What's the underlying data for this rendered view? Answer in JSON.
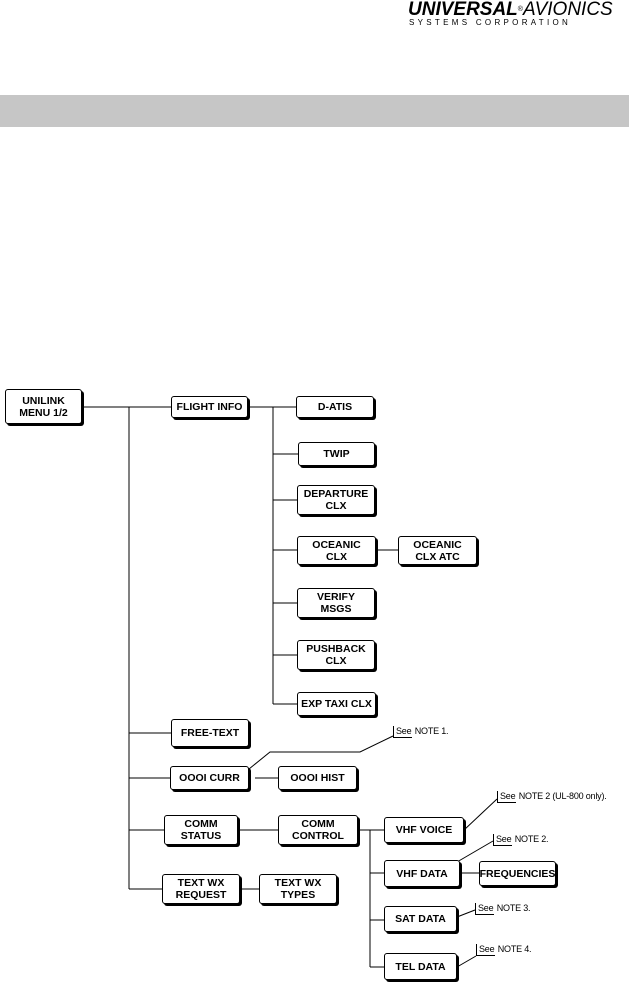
{
  "logo": {
    "word1": "UNIVERSAL",
    "reg": "®",
    "word2": "AVIONICS",
    "subtitle": "SYSTEMS CORPORATION"
  },
  "nodes": {
    "unilink_menu": "UNILINK\nMENU 1/2",
    "flight_info": "FLIGHT INFO",
    "d_atis": "D-ATIS",
    "twip": "TWIP",
    "departure_clx": "DEPARTURE\nCLX",
    "oceanic_clx": "OCEANIC\nCLX",
    "oceanic_clx_atc": "OCEANIC\nCLX ATC",
    "verify_msgs": "VERIFY\nMSGS",
    "pushback_clx": "PUSHBACK\nCLX",
    "exp_taxi_clx": "EXP TAXI CLX",
    "free_text": "FREE-TEXT",
    "oooi_curr": "OOOI CURR",
    "oooi_hist": "OOOI HIST",
    "comm_status": "COMM\nSTATUS",
    "comm_control": "COMM\nCONTROL",
    "vhf_voice": "VHF VOICE",
    "vhf_data": "VHF DATA",
    "frequencies": "FREQUENCIES",
    "sat_data": "SAT DATA",
    "tel_data": "TEL DATA",
    "text_wx_request": "TEXT WX\nREQUEST",
    "text_wx_types": "TEXT WX\nTYPES"
  },
  "notes": {
    "see": "See",
    "note1": "NOTE 1.",
    "note2": "NOTE 2 (UL-800 only).",
    "note2b": "NOTE 2.",
    "note3": "NOTE 3.",
    "note4": "NOTE 4."
  }
}
